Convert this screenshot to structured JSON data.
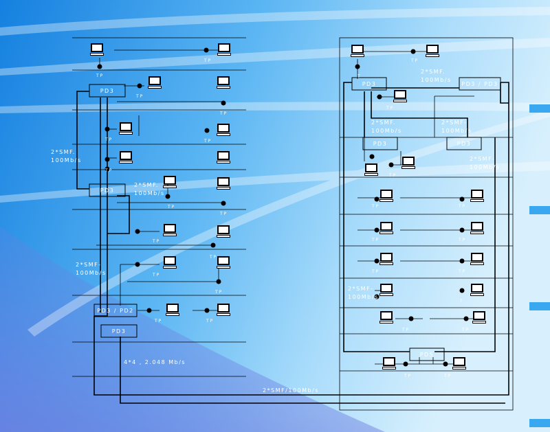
{
  "colors": {
    "bg_left": "#1e8ae6",
    "bg_right": "#cfeafb",
    "line": "#000000",
    "node": "#ffffff"
  },
  "icon": "computer-terminal-icon",
  "labels": {
    "tp": "T P",
    "tp_short": "T",
    "link_2smf_100": "2*SMF-\n100Mb/s",
    "link_2smf_100_alt": "2*SMF.\n100Mb/s",
    "link_4e1": "4*4 , 2.048 Mb/s",
    "link_bottom": "2*SMF/100Mb/s"
  },
  "nodes": {
    "pd_left_top": "PD3",
    "pd_left_mid": "PD3",
    "pd_left_low": "PD3 / PD2",
    "pd_left_bottom": "PD3",
    "pd_right_top_a": "PD3",
    "pd_right_top_b": "PD3 / PD3",
    "pd_right_mid_a": "PD3",
    "pd_right_mid_b": "PD3",
    "pd_right_bottom": "PD5"
  }
}
